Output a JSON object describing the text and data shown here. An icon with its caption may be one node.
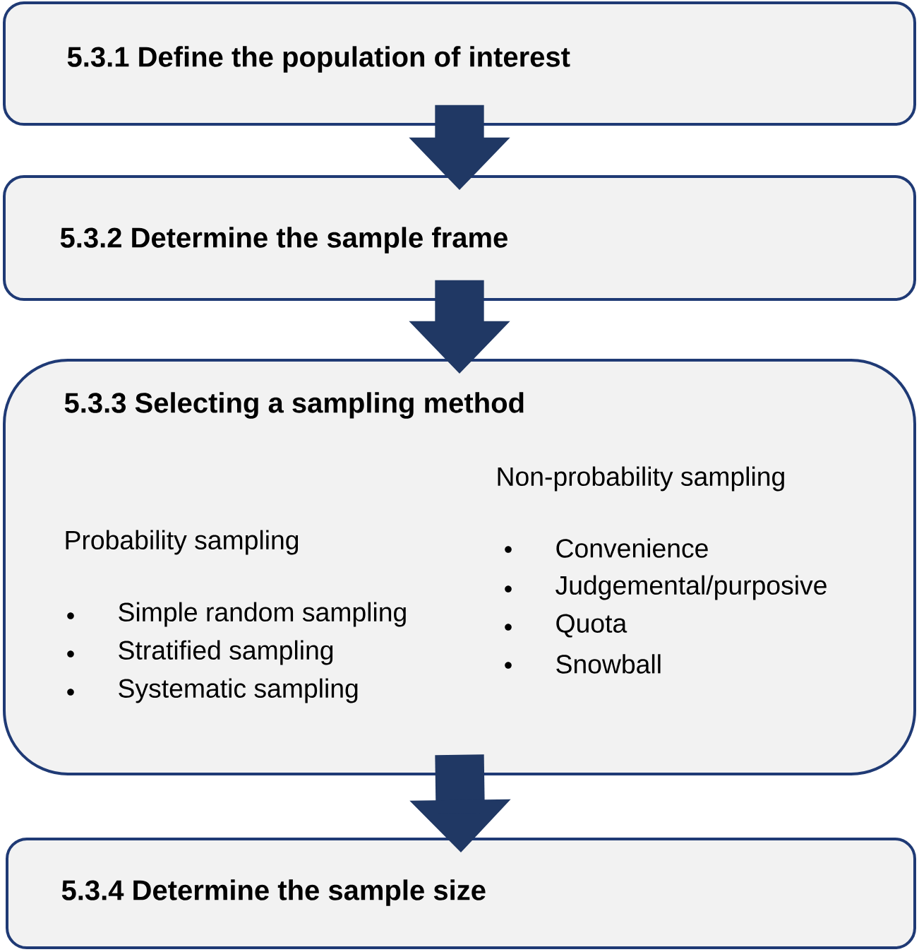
{
  "diagram": {
    "nodes": [
      {
        "text": [
          "5.3.1   Define the population of interest"
        ]
      },
      {
        "text": [
          "5.3.2   Determine the sample frame"
        ]
      },
      {
        "text": [
          "5.3.3   Selecting a sampling method",
          "Probability sampling",
          "Simple random sampling",
          "Stratified sampling",
          "Systematic sampling",
          "Non-probability sampling",
          "Convenience",
          "Judgemental/purposive",
          "Quota",
          "Snowball"
        ]
      },
      {
        "text": [
          "5.3.4   Determine the sample size"
        ]
      }
    ],
    "edges": [
      {
        "from": 0,
        "to": 1,
        "arrow": "to"
      },
      {
        "from": 1,
        "to": 2,
        "arrow": "to"
      },
      {
        "from": 2,
        "to": 3,
        "arrow": "to"
      }
    ]
  }
}
